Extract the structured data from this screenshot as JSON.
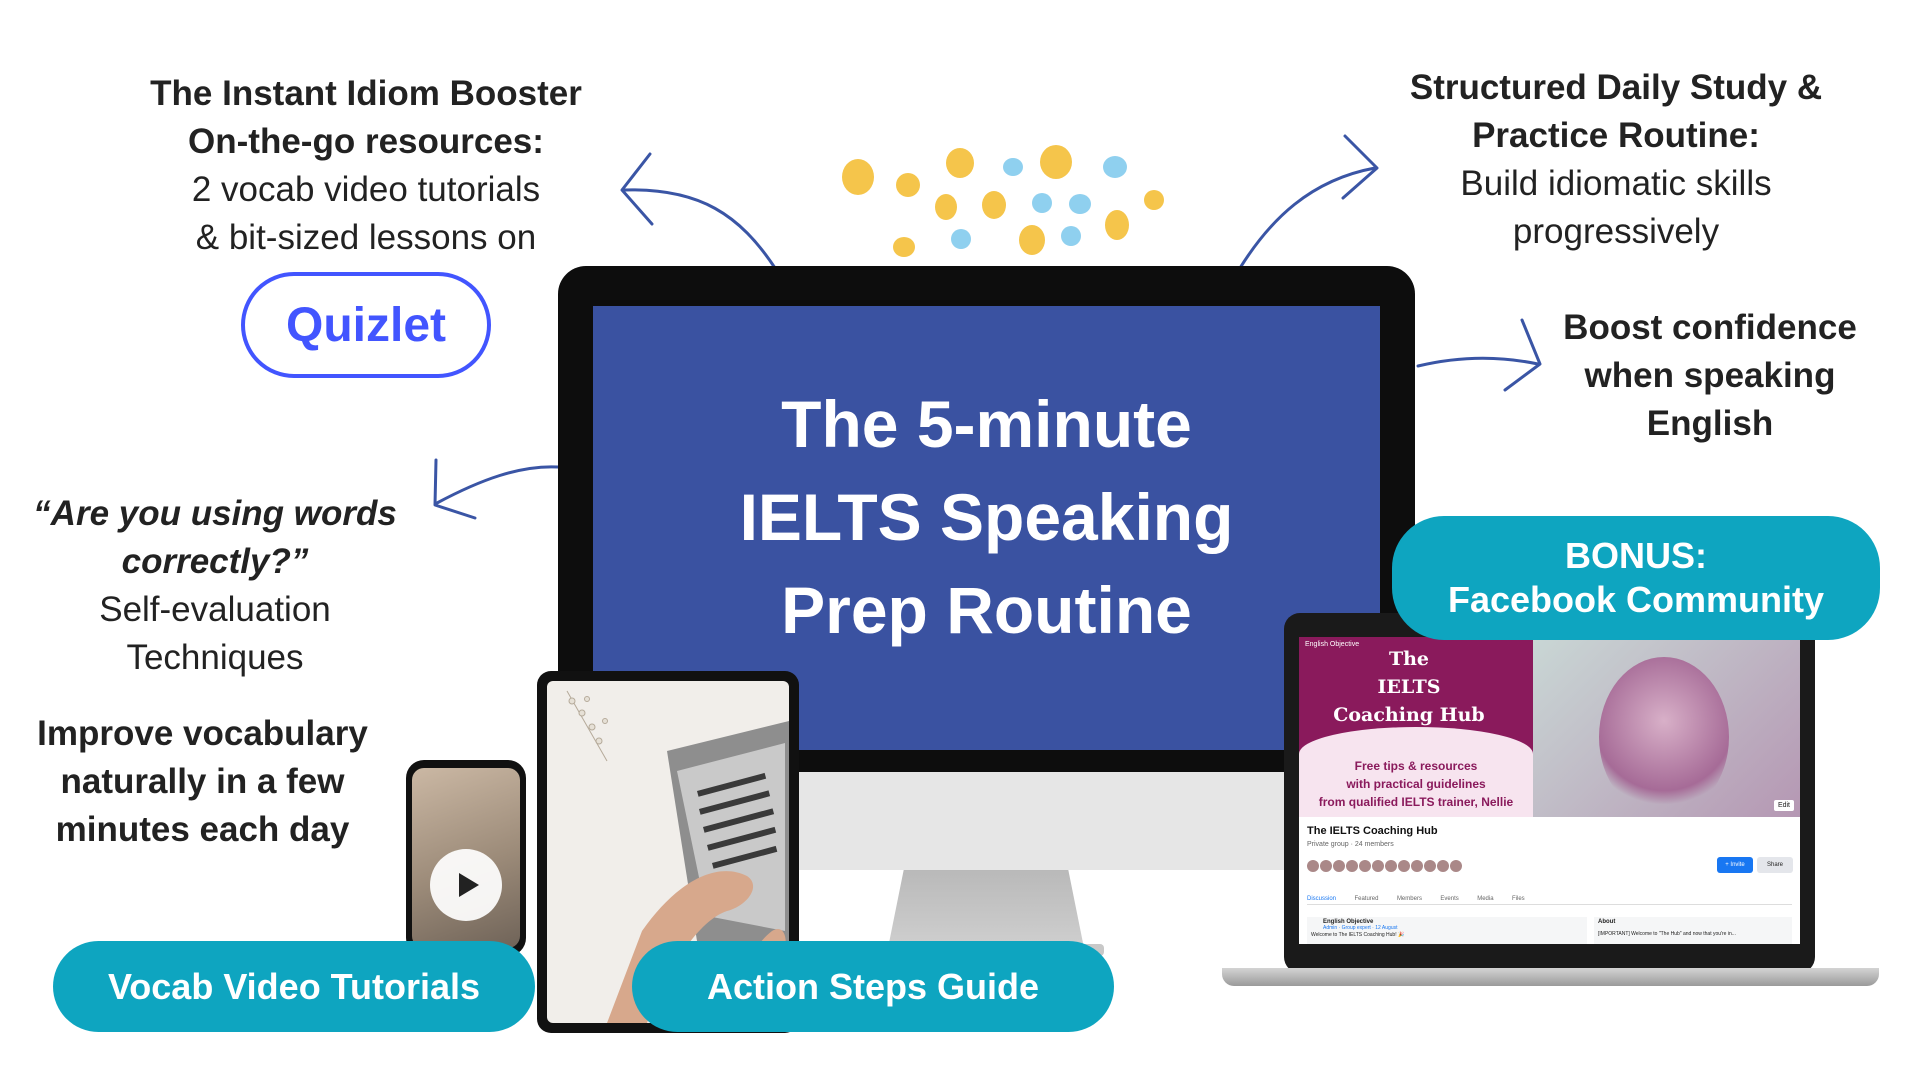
{
  "top_left": {
    "line1": "The Instant Idiom Booster",
    "line2": "On-the-go resources:",
    "line3": "2 vocab video tutorials",
    "line4": "& bit-sized lessons on",
    "quizlet": "Quizlet"
  },
  "top_right": {
    "line1": "Structured Daily Study &",
    "line2": "Practice Routine:",
    "line3": "Build idiomatic skills",
    "line4": "progressively"
  },
  "right": {
    "line1": "Boost confidence",
    "line2": "when speaking",
    "line3": "English"
  },
  "left_mid": {
    "line1": "“Are you using words",
    "line2": "correctly?”",
    "line3": "Self-evaluation",
    "line4": "Techniques"
  },
  "left_low": {
    "line1": "Improve vocabulary",
    "line2": "naturally in a few",
    "line3": "minutes each day"
  },
  "monitor": {
    "line1": "The 5-minute",
    "line2": "IELTS Speaking",
    "line3": "Prep Routine"
  },
  "pills": {
    "vocab": "Vocab Video Tutorials",
    "action": "Action Steps Guide",
    "bonus_line1": "BONUS:",
    "bonus_line2": "Facebook Community"
  },
  "laptop": {
    "brand": "English Objective",
    "hub_title_1": "The",
    "hub_title_2": "IELTS",
    "hub_title_3": "Coaching Hub",
    "hub_sub_1": "Free tips & resources",
    "hub_sub_2": "with practical guidelines",
    "hub_sub_3": "from qualified IELTS trainer, Nellie",
    "edit": "Edit",
    "group_name": "The IELTS Coaching Hub",
    "group_meta": "Private group · 24 members",
    "invite": "+ Invite",
    "share": "Share",
    "tabs": [
      "Discussion",
      "Featured",
      "Members",
      "Events",
      "Media",
      "Files"
    ],
    "post_author": "English Objective",
    "post_meta": "Admin · Group expert · 12 August",
    "post_text": "Welcome to The IELTS Coaching Hub! 🎉",
    "about_title": "About",
    "about_text": "[IMPORTANT] Welcome to \"The Hub\" and now that you're in..."
  },
  "colors": {
    "screen_blue": "#3a52a1",
    "teal": "#0ea5c0",
    "quizlet_blue": "#4255ff",
    "arrow_blue": "#3a55a5",
    "dot_yellow": "#f5c54b",
    "dot_light_blue": "#8fd0ef",
    "hub_magenta": "#8a1a5c"
  },
  "icons": [
    "play-icon",
    "curved-arrow-icon",
    "decorative-dots"
  ]
}
